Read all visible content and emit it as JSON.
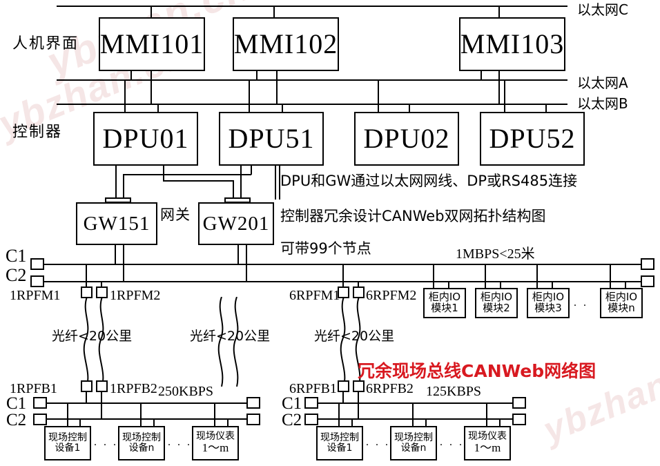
{
  "diagram": {
    "title_red": "冗余现场总线CANWeb网络图",
    "row_labels": {
      "hmi": "人机界面",
      "controller": "控制器",
      "gateway": "网关"
    },
    "networks": {
      "ethernet_c": "以太网C",
      "ethernet_a": "以太网A",
      "ethernet_b": "以太网B"
    },
    "notes": {
      "line1": "DPU和GW通过以太网网线、DP或RS485连接",
      "line2": "控制器冗余设计CANWeb双网拓扑结构图",
      "line3": "可带99个节点"
    },
    "speeds": {
      "main_bus": "1MBPS<25米",
      "left_field_bus": "250KBPS",
      "right_field_bus": "125KBPS"
    },
    "fiber_labels": [
      "光纤<20公里",
      "光纤<20公里",
      "光纤<20公里"
    ],
    "hmi_stations": [
      {
        "name": "MMI101"
      },
      {
        "name": "MMI102"
      },
      {
        "name": "MMI103"
      }
    ],
    "controllers": [
      {
        "name": "DPU01"
      },
      {
        "name": "DPU51"
      },
      {
        "name": "DPU02"
      },
      {
        "name": "DPU52"
      }
    ],
    "gateways": [
      {
        "name": "GW151"
      },
      {
        "name": "GW201"
      }
    ],
    "bus_labels": {
      "c1": "C1",
      "c2": "C2"
    },
    "main_bus_nodes": [
      {
        "name": "1RPFM1"
      },
      {
        "name": "1RPFM2"
      },
      {
        "name": "6RPFM1"
      },
      {
        "name": "6RPFM2"
      }
    ],
    "io_modules": [
      {
        "line1": "柜内IO",
        "line2": "模块1"
      },
      {
        "line1": "柜内IO",
        "line2": "模块2"
      },
      {
        "line1": "柜内IO",
        "line2": "模块3"
      },
      {
        "line1": "柜内IO",
        "line2": "模块n"
      }
    ],
    "io_ellipsis": ". .",
    "field_segments": [
      {
        "nodes": [
          {
            "name": "1RPFB1"
          },
          {
            "name": "1RPFB2"
          }
        ],
        "speed": "250KBPS",
        "devices": [
          {
            "line1": "现场控制",
            "line2": "设备1"
          },
          {
            "line1": "现场控制",
            "line2": "设备n"
          },
          {
            "line1": "现场仪表",
            "line2": "1～m"
          }
        ],
        "ellipsis": ". . ."
      },
      {
        "nodes": [
          {
            "name": "6RPFB1"
          },
          {
            "name": "6RPFB2"
          }
        ],
        "speed": "125KBPS",
        "devices": [
          {
            "line1": "现场控制",
            "line2": "设备1"
          },
          {
            "line1": "现场控制",
            "line2": "设备n"
          },
          {
            "line1": "现场仪表",
            "line2": "1～m"
          }
        ],
        "ellipsis": ". . ."
      }
    ],
    "watermarks": [
      "ybzhan.cn",
      "ybzhan.cn",
      "ybzhan.cn"
    ],
    "colors": {
      "line": "#000000",
      "title_red": "#d81920",
      "watermark": "#f2dede",
      "background": "#ffffff"
    }
  }
}
